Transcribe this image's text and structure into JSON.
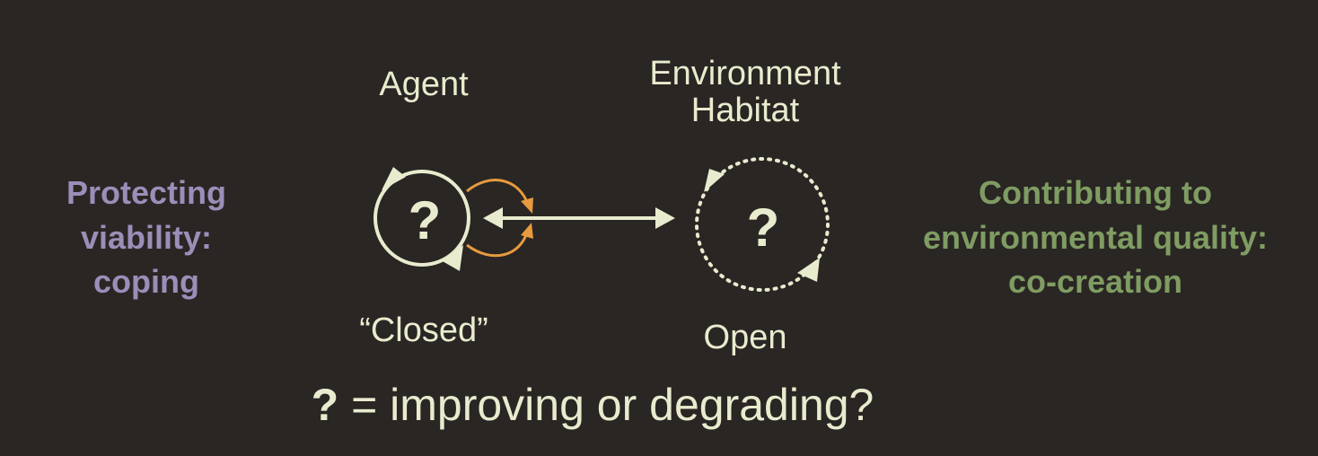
{
  "colors": {
    "background": "#2a2624",
    "foreground": "#e9ebce",
    "coping": "#9a8fb8",
    "cocreation": "#7f9c62",
    "feedback": "#e79a3f"
  },
  "labels": {
    "agent": "Agent",
    "environment": "Environment",
    "habitat": "Habitat",
    "closed": "“Closed”",
    "open": "Open",
    "question_mark": "?"
  },
  "left_text": {
    "line1": "Protecting",
    "line2": "viability:",
    "line3": "coping"
  },
  "right_text": {
    "line1": "Contributing to",
    "line2": "environmental quality:",
    "line3": "co-creation"
  },
  "legend": {
    "symbol": "?",
    "text": " = improving or degrading?"
  },
  "icons": {
    "agent_loop": "closed-cycle-icon",
    "environment_loop": "open-cycle-icon",
    "link": "bidirectional-arrow-icon",
    "feedback": "feedback-arrows-icon"
  }
}
